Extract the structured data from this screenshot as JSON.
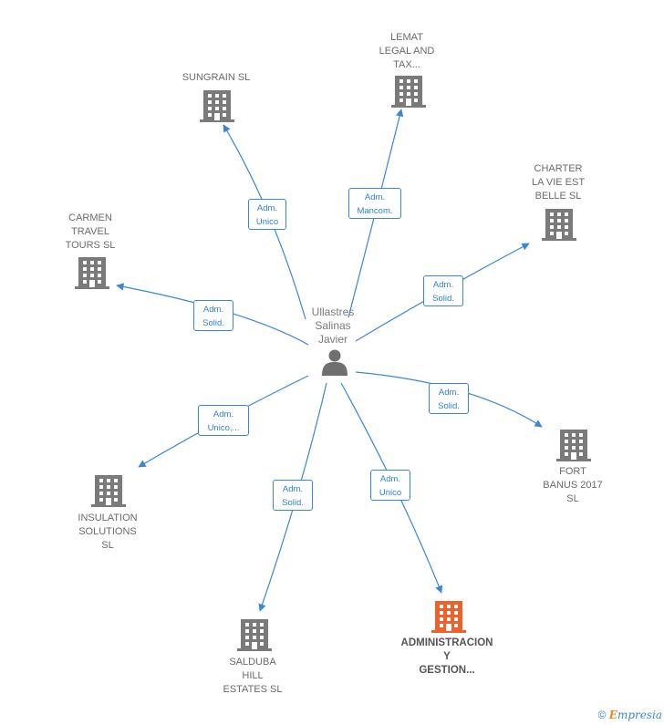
{
  "center": {
    "name": "Ullastres\nSalinas\nJavier",
    "icon": "person-icon"
  },
  "companies": [
    {
      "id": "sungrain",
      "name": "SUNGRAIN  SL",
      "icon": "building-icon",
      "highlight": false,
      "role": "Adm.\nUnico"
    },
    {
      "id": "lemat",
      "name": "LEMAT\nLEGAL AND\nTAX...",
      "icon": "building-icon",
      "highlight": false,
      "role": "Adm.\nMancom."
    },
    {
      "id": "charter",
      "name": "CHARTER\nLA VIE EST\nBELLE  SL",
      "icon": "building-icon",
      "highlight": false,
      "role": "Adm.\nSolid."
    },
    {
      "id": "carmen",
      "name": "CARMEN\nTRAVEL\nTOURS SL",
      "icon": "building-icon",
      "highlight": false,
      "role": "Adm.\nSolid."
    },
    {
      "id": "fort-banus",
      "name": "FORT\nBANUS 2017\nSL",
      "icon": "building-icon",
      "highlight": false,
      "role": "Adm.\nSolid."
    },
    {
      "id": "insulation",
      "name": "INSULATION\nSOLUTIONS\nSL",
      "icon": "building-icon",
      "highlight": false,
      "role": "Adm.\nUnico,..."
    },
    {
      "id": "salduba",
      "name": "SALDUBA\nHILL\nESTATES SL",
      "icon": "building-icon",
      "highlight": false,
      "role": "Adm.\nSolid."
    },
    {
      "id": "administracion",
      "name": "ADMINISTRACION\nY\nGESTION...",
      "icon": "building-icon",
      "highlight": true,
      "role": "Adm.\nUnico"
    }
  ],
  "colors": {
    "edge": "#3a87d6",
    "building": "#7a7a7a",
    "building_highlight": "#f0602a",
    "person": "#6f6f6f"
  },
  "footer": {
    "copyright": "©",
    "brand_initial": "E",
    "brand_rest": "mpresia"
  }
}
